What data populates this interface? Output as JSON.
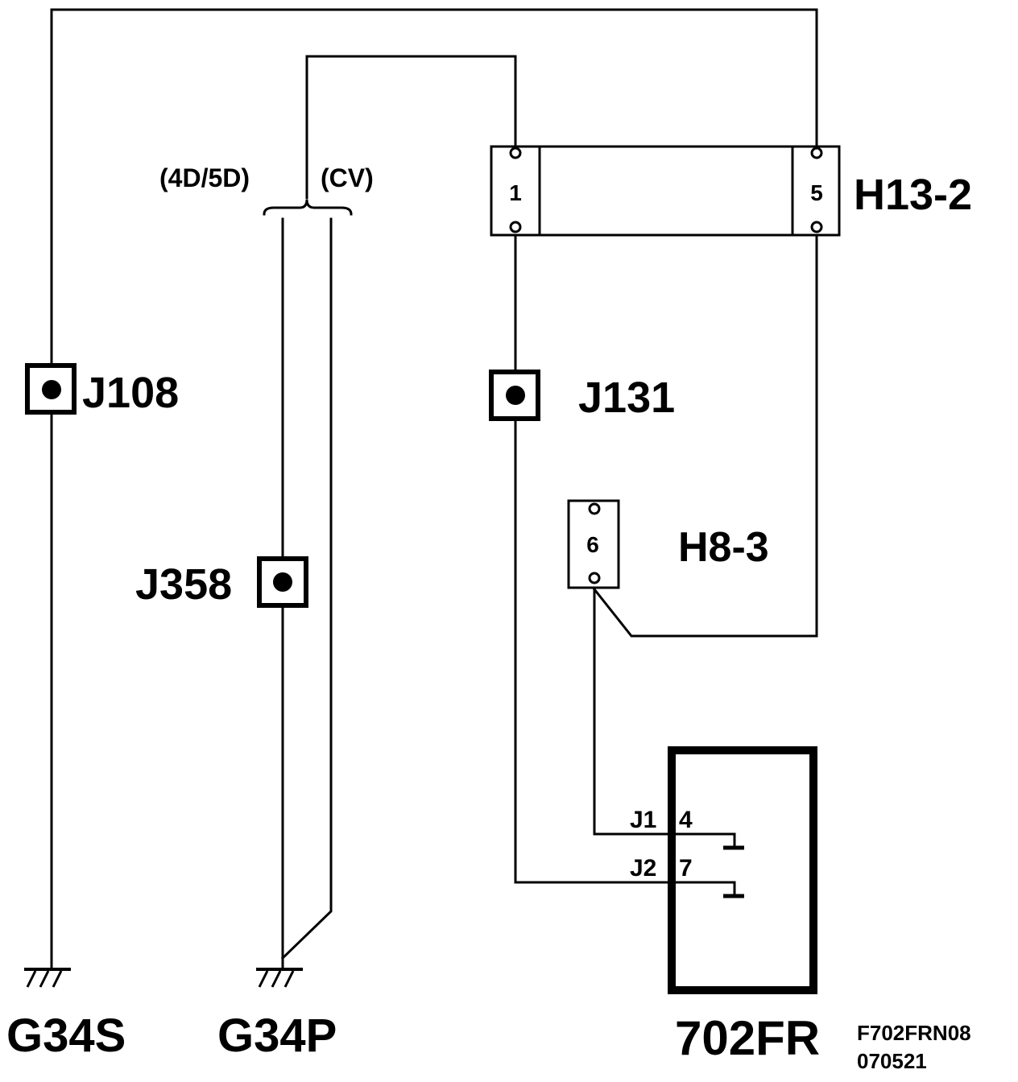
{
  "connectors": {
    "h13_2": {
      "name": "H13-2",
      "pin_left": "1",
      "pin_right": "5"
    },
    "h8_3": {
      "name": "H8-3",
      "pin": "6"
    }
  },
  "junctions": {
    "j108": "J108",
    "j131": "J131",
    "j358": "J358"
  },
  "variants": {
    "left": "(4D/5D)",
    "right": "(CV)"
  },
  "grounds": {
    "g34s": "G34S",
    "g34p": "G34P"
  },
  "component": {
    "name": "702FR",
    "pin_j1_label": "J1",
    "pin_j1_number": "4",
    "pin_j2_label": "J2",
    "pin_j2_number": "7"
  },
  "figure": {
    "code": "F702FRN08",
    "date": "070521"
  }
}
